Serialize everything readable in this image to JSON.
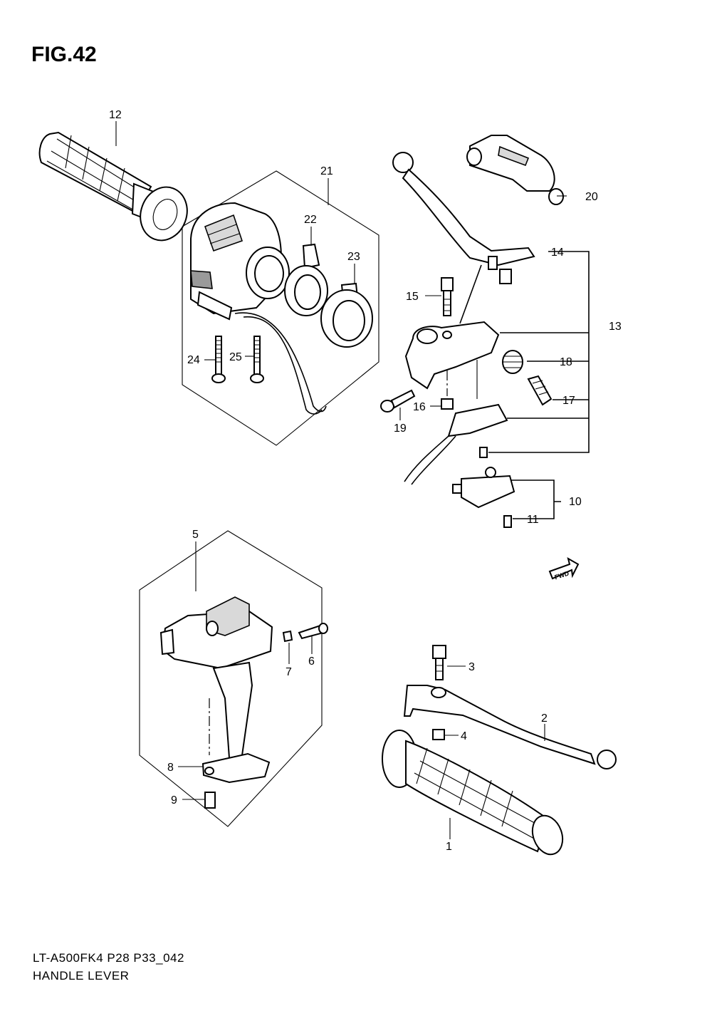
{
  "figure": {
    "title": "FIG.42"
  },
  "footer": {
    "model_code": "LT-A500FK4 P28 P33_042",
    "name": "HANDLE LEVER"
  },
  "fwd_label": "FWD",
  "callouts": [
    {
      "id": "c12",
      "label": "12"
    },
    {
      "id": "c21",
      "label": "21"
    },
    {
      "id": "c22",
      "label": "22"
    },
    {
      "id": "c23",
      "label": "23"
    },
    {
      "id": "c24",
      "label": "24"
    },
    {
      "id": "c25",
      "label": "25"
    },
    {
      "id": "c20",
      "label": "20"
    },
    {
      "id": "c14",
      "label": "14"
    },
    {
      "id": "c13",
      "label": "13"
    },
    {
      "id": "c15",
      "label": "15"
    },
    {
      "id": "c18",
      "label": "18"
    },
    {
      "id": "c17",
      "label": "17"
    },
    {
      "id": "c16",
      "label": "16"
    },
    {
      "id": "c19",
      "label": "19"
    },
    {
      "id": "c10",
      "label": "10"
    },
    {
      "id": "c11",
      "label": "11"
    },
    {
      "id": "c5",
      "label": "5"
    },
    {
      "id": "c7",
      "label": "7"
    },
    {
      "id": "c6",
      "label": "6"
    },
    {
      "id": "c3",
      "label": "3"
    },
    {
      "id": "c2",
      "label": "2"
    },
    {
      "id": "c4",
      "label": "4"
    },
    {
      "id": "c8",
      "label": "8"
    },
    {
      "id": "c9",
      "label": "9"
    },
    {
      "id": "c1",
      "label": "1"
    }
  ]
}
